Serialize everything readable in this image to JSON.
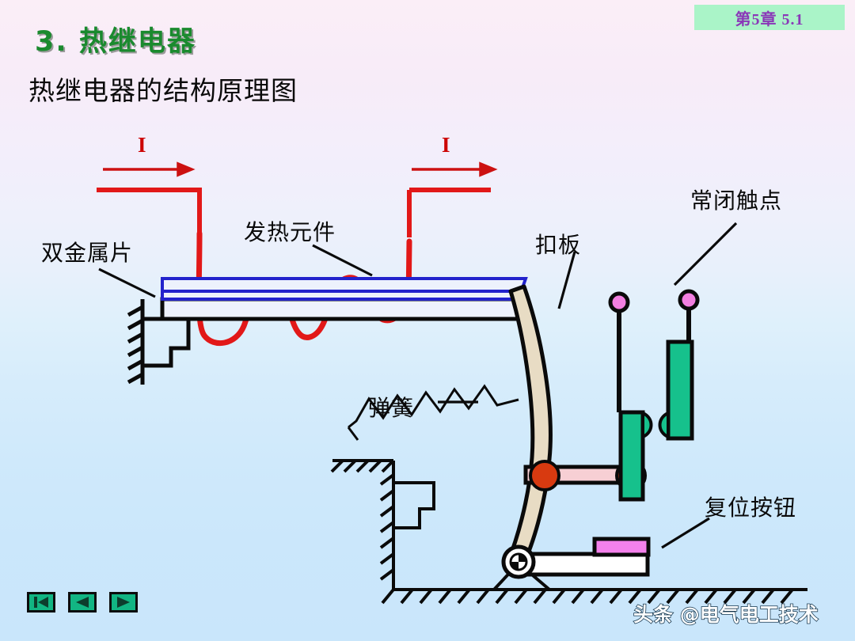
{
  "header": {
    "chapter_badge": "第5章  5.1",
    "badge_bg": "#aaf4c8",
    "badge_text_color": "#8a38b8"
  },
  "title": {
    "main": "3.  热继电器",
    "main_color": "#1a8a2e",
    "sub": "热继电器的结构原理图",
    "sub_color": "#0a0a0a"
  },
  "diagram": {
    "name": "thermal-relay-structure-diagram",
    "labels": {
      "bimetal_strip": "双金属片",
      "heating_element": "发热元件",
      "buckle_plate": "扣板",
      "nc_contact": "常闭触点",
      "spring": "弹簧",
      "reset_button": "复位按钮",
      "current_left": "I",
      "current_right": "I"
    },
    "colors": {
      "current_wire": "#e21818",
      "current_label": "#cc0000",
      "bimetal_line": "#2222cc",
      "buckle_plate_fill": "#e8dcc4",
      "contact_block_fill": "#16c18c",
      "terminal_dot_fill": "#f27fe0",
      "contact_dot_fill": "#d83a10",
      "reset_cap_fill": "#f481ec",
      "reset_body_fill": "#ffffff",
      "outline": "#0a0a0a"
    }
  },
  "nav": {
    "buttons": [
      {
        "name": "first-slide-button",
        "glyph": "first"
      },
      {
        "name": "previous-slide-button",
        "glyph": "prev"
      },
      {
        "name": "next-slide-button",
        "glyph": "next"
      }
    ],
    "button_bg": "#12b583"
  },
  "watermark": {
    "text": "头条 @电气电工技术"
  }
}
